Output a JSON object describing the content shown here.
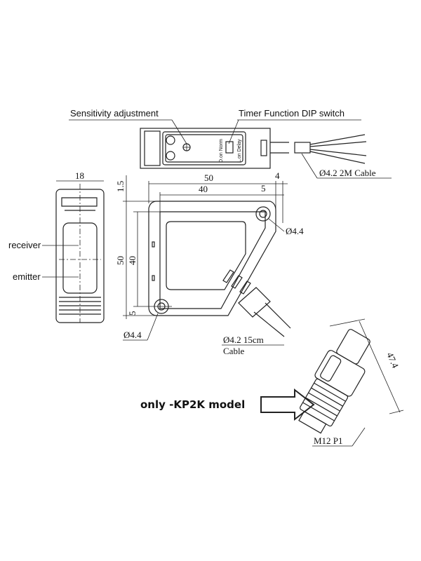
{
  "labels": {
    "sensitivity": "Sensitivity adjustment",
    "timer": "Timer Function DIP switch",
    "dip_left": "D.on  Norm",
    "dip_right": "L.on  Delay",
    "cable_2m": "Ø4.2 2M Cable",
    "receiver": "receiver",
    "emitter": "emitter",
    "hole_top": "Ø4.4",
    "hole_bottom": "Ø4.4",
    "cable_15cm_1": "Ø4.2 15cm",
    "cable_15cm_2": "Cable",
    "connector": "M12 P1",
    "model_note": "only -KP2K model"
  },
  "dimensions": {
    "side_width": "18",
    "width_50": "50",
    "width_40": "40",
    "offset_4": "4",
    "offset_5_top": "5",
    "top_1_5": "1.5",
    "height_50": "50",
    "height_40": "40",
    "offset_5_bottom": "5",
    "connector_len": "47.4"
  }
}
